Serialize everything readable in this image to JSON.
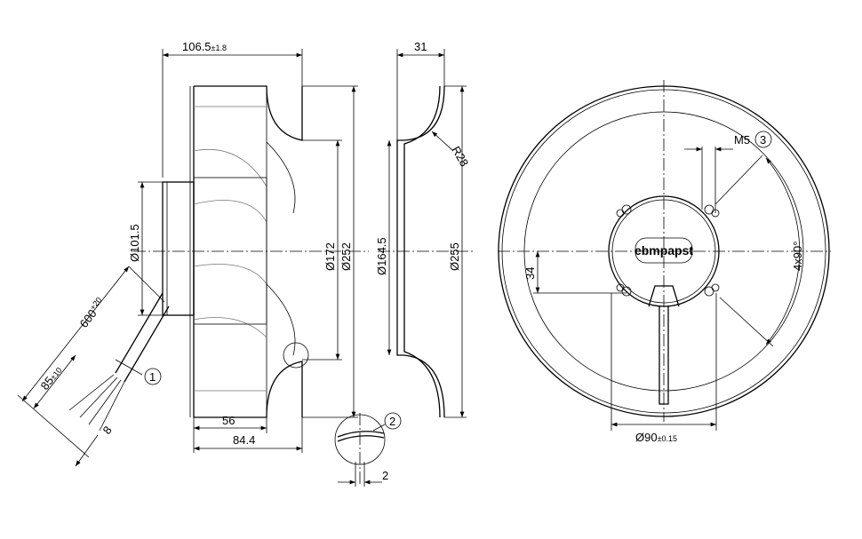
{
  "title": "Centrifugal fan technical drawing",
  "side_view": {
    "overall_depth": {
      "value": "106.5",
      "tol": "±1.8"
    },
    "motor_diameter": "Ø101.5",
    "inlet_diameter": "Ø172",
    "impeller_diameter": "Ø252",
    "depth_56": "56",
    "depth_84": "84.4",
    "cable_length": {
      "value": "600",
      "tol": "+20"
    },
    "strip_length": {
      "value": "85",
      "tol": "±10"
    },
    "wire_end": "8",
    "callout_1": "1",
    "callout_2": "2",
    "detail_gap": "2"
  },
  "inlet_ring": {
    "depth": "31",
    "radius": "R28",
    "inner_diameter": "Ø164.5",
    "outer_diameter": "Ø255"
  },
  "front_view": {
    "thread": "M5",
    "callout_3": "3",
    "offset": "34",
    "angle": "4x90°",
    "bolt_circle": {
      "value": "Ø90",
      "tol": "±0.15"
    },
    "logo": "ebmpapst"
  }
}
